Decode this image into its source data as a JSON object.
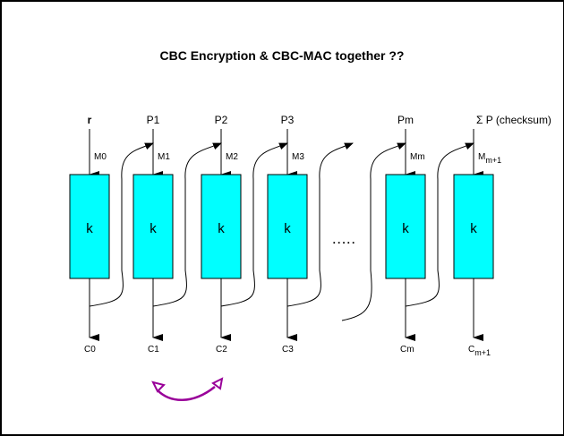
{
  "title": "CBC Encryption & CBC-MAC together ??",
  "colors": {
    "block_fill": "#00ffff",
    "line": "#000000",
    "swap_arrow": "#990099"
  },
  "blocks": [
    {
      "input": "r",
      "m_label": "M0",
      "m_sub": "",
      "key": "k",
      "output": "C0",
      "out_sub": ""
    },
    {
      "input": "P1",
      "m_label": "M1",
      "m_sub": "",
      "key": "k",
      "output": "C1",
      "out_sub": ""
    },
    {
      "input": "P2",
      "m_label": "M2",
      "m_sub": "",
      "key": "k",
      "output": "C2",
      "out_sub": ""
    },
    {
      "input": "P3",
      "m_label": "M3",
      "m_sub": "",
      "key": "k",
      "output": "C3",
      "out_sub": ""
    },
    {
      "input": "Pm",
      "m_label": "Mm",
      "m_sub": "",
      "key": "k",
      "output": "Cm",
      "out_sub": ""
    },
    {
      "input": "Σ P (checksum)",
      "m_label": "M",
      "m_sub": "m+1",
      "key": "k",
      "output": "C",
      "out_sub": "m+1"
    }
  ],
  "ellipsis": "....."
}
